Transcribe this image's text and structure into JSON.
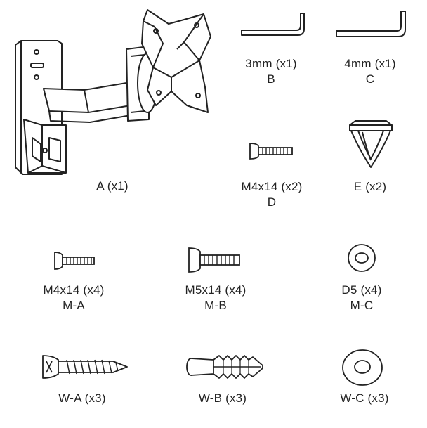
{
  "parts": {
    "A": {
      "label": "A (x1)"
    },
    "B": {
      "size": "3mm (x1)",
      "code": "B"
    },
    "C": {
      "size": "4mm (x1)",
      "code": "C"
    },
    "D": {
      "size": "M4x14 (x2)",
      "code": "D"
    },
    "E": {
      "label": "E (x2)"
    },
    "MA": {
      "size": "M4x14 (x4)",
      "code": "M-A"
    },
    "MB": {
      "size": "M5x14 (x4)",
      "code": "M-B"
    },
    "MC": {
      "size": "D5 (x4)",
      "code": "M-C"
    },
    "WA": {
      "label": "W-A (x3)"
    },
    "WB": {
      "label": "W-B (x3)"
    },
    "WC": {
      "label": "W-C (x3)"
    }
  },
  "icons": {
    "A": "wall-mount-bracket-icon",
    "B": "hex-key-3mm-icon",
    "C": "hex-key-4mm-icon",
    "D": "machine-screw-icon",
    "E": "cable-clip-icon",
    "MA": "machine-screw-icon",
    "MB": "machine-screw-icon",
    "MC": "washer-icon",
    "WA": "wood-screw-icon",
    "WB": "wall-anchor-icon",
    "WC": "washer-icon"
  }
}
